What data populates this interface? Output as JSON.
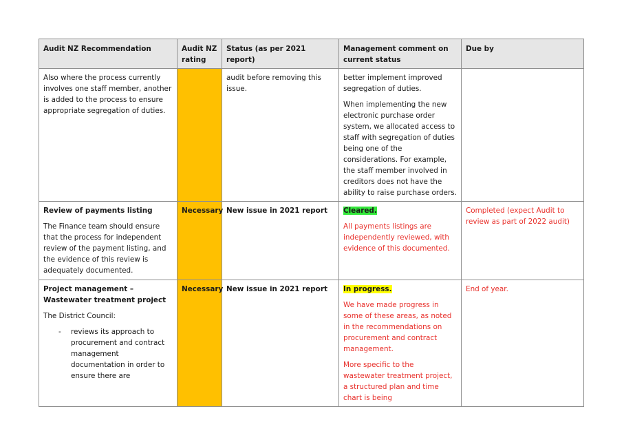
{
  "headers": {
    "recommendation": "Audit NZ Recommendation",
    "rating": "Audit NZ rating",
    "status": "Status (as per 2021 report)",
    "comment": "Management comment on current status",
    "due": "Due by"
  },
  "rows": [
    {
      "recommendation_text": "Also where the process currently involves one staff member, another is added to the process to ensure appropriate segregation of duties.",
      "status": "audit before removing this issue.",
      "comment_1": "better implement improved segregation of duties.",
      "comment_2": "When implementing the new electronic purchase order system, we allocated access to staff with segregation of duties being one of the considerations. For example, the staff member involved in creditors does not have the ability to raise purchase orders."
    },
    {
      "recommendation_title": "Review of payments listing",
      "recommendation_text": "The Finance team should ensure that the process for independent review of the payment listing, and the evidence of this review is adequately documented.",
      "rating": "Necessary",
      "status": "New issue in 2021 report",
      "comment_status": "Cleared.",
      "comment_text": "All payments listings are independently reviewed, with evidence of this documented.",
      "due": "Completed (expect Audit to review as part of 2022 audit)"
    },
    {
      "recommendation_title": "Project management – Wastewater treatment project",
      "recommendation_intro": "The District Council:",
      "bullet_dash": "-",
      "bullet_text": "reviews its approach to procurement and contract management documentation in order to ensure there are",
      "rating": "Necessary",
      "status": "New issue in 2021 report",
      "comment_status": "In progress.",
      "comment_text_1": "We have made progress in some of these areas, as noted in the recommendations on procurement and contract management.",
      "comment_text_2": "More specific to the wastewater treatment project, a structured plan and time chart is being",
      "due": "End of year."
    }
  ],
  "colors": {
    "rating_fill": "#ffc000",
    "header_fill": "#e6e6e6",
    "comment_red": "#e8302b",
    "cleared_highlight": "#33e83a",
    "in_progress_highlight": "#ffff00"
  }
}
